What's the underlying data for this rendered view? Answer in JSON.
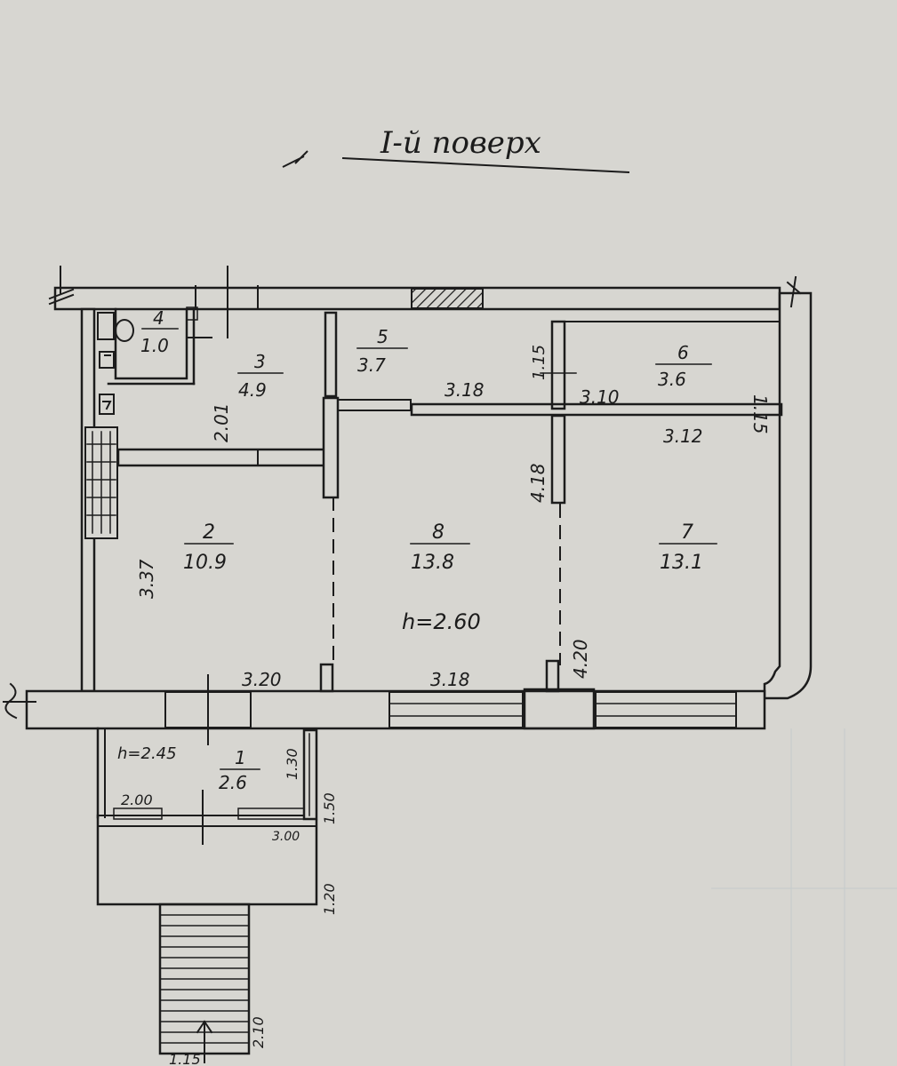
{
  "title": "I-й поверх",
  "ceiling_height_main": "h=2.60",
  "ceiling_height_porch": "h=2.45",
  "rooms": [
    {
      "number": "1",
      "area": "2.6"
    },
    {
      "number": "2",
      "area": "10.9"
    },
    {
      "number": "3",
      "area": "4.9"
    },
    {
      "number": "4",
      "area": "1.0"
    },
    {
      "number": "5",
      "area": "3.7"
    },
    {
      "number": "6",
      "area": "3.6"
    },
    {
      "number": "7",
      "area": "13.1"
    },
    {
      "number": "8",
      "area": "13.8"
    }
  ],
  "dimensions": {
    "d_318_top": "3.18",
    "d_310": "3.10",
    "d_312": "3.12",
    "d_115_small": "1.15",
    "d_115_right": "1.15",
    "d_201": "2.01",
    "d_418": "4.18",
    "d_337": "3.37",
    "d_420": "4.20",
    "d_320": "3.20",
    "d_318_bottom": "3.18",
    "d_130": "1.30",
    "d_150": "1.50",
    "d_200": "2.00",
    "d_300": "3.00",
    "d_120": "1.20",
    "d_210": "2.10",
    "d_115_stair": "1.15"
  },
  "colors": {
    "paper": "#d7d6d1",
    "ink": "#1c1c1c",
    "grid": "#b9c4c9"
  }
}
